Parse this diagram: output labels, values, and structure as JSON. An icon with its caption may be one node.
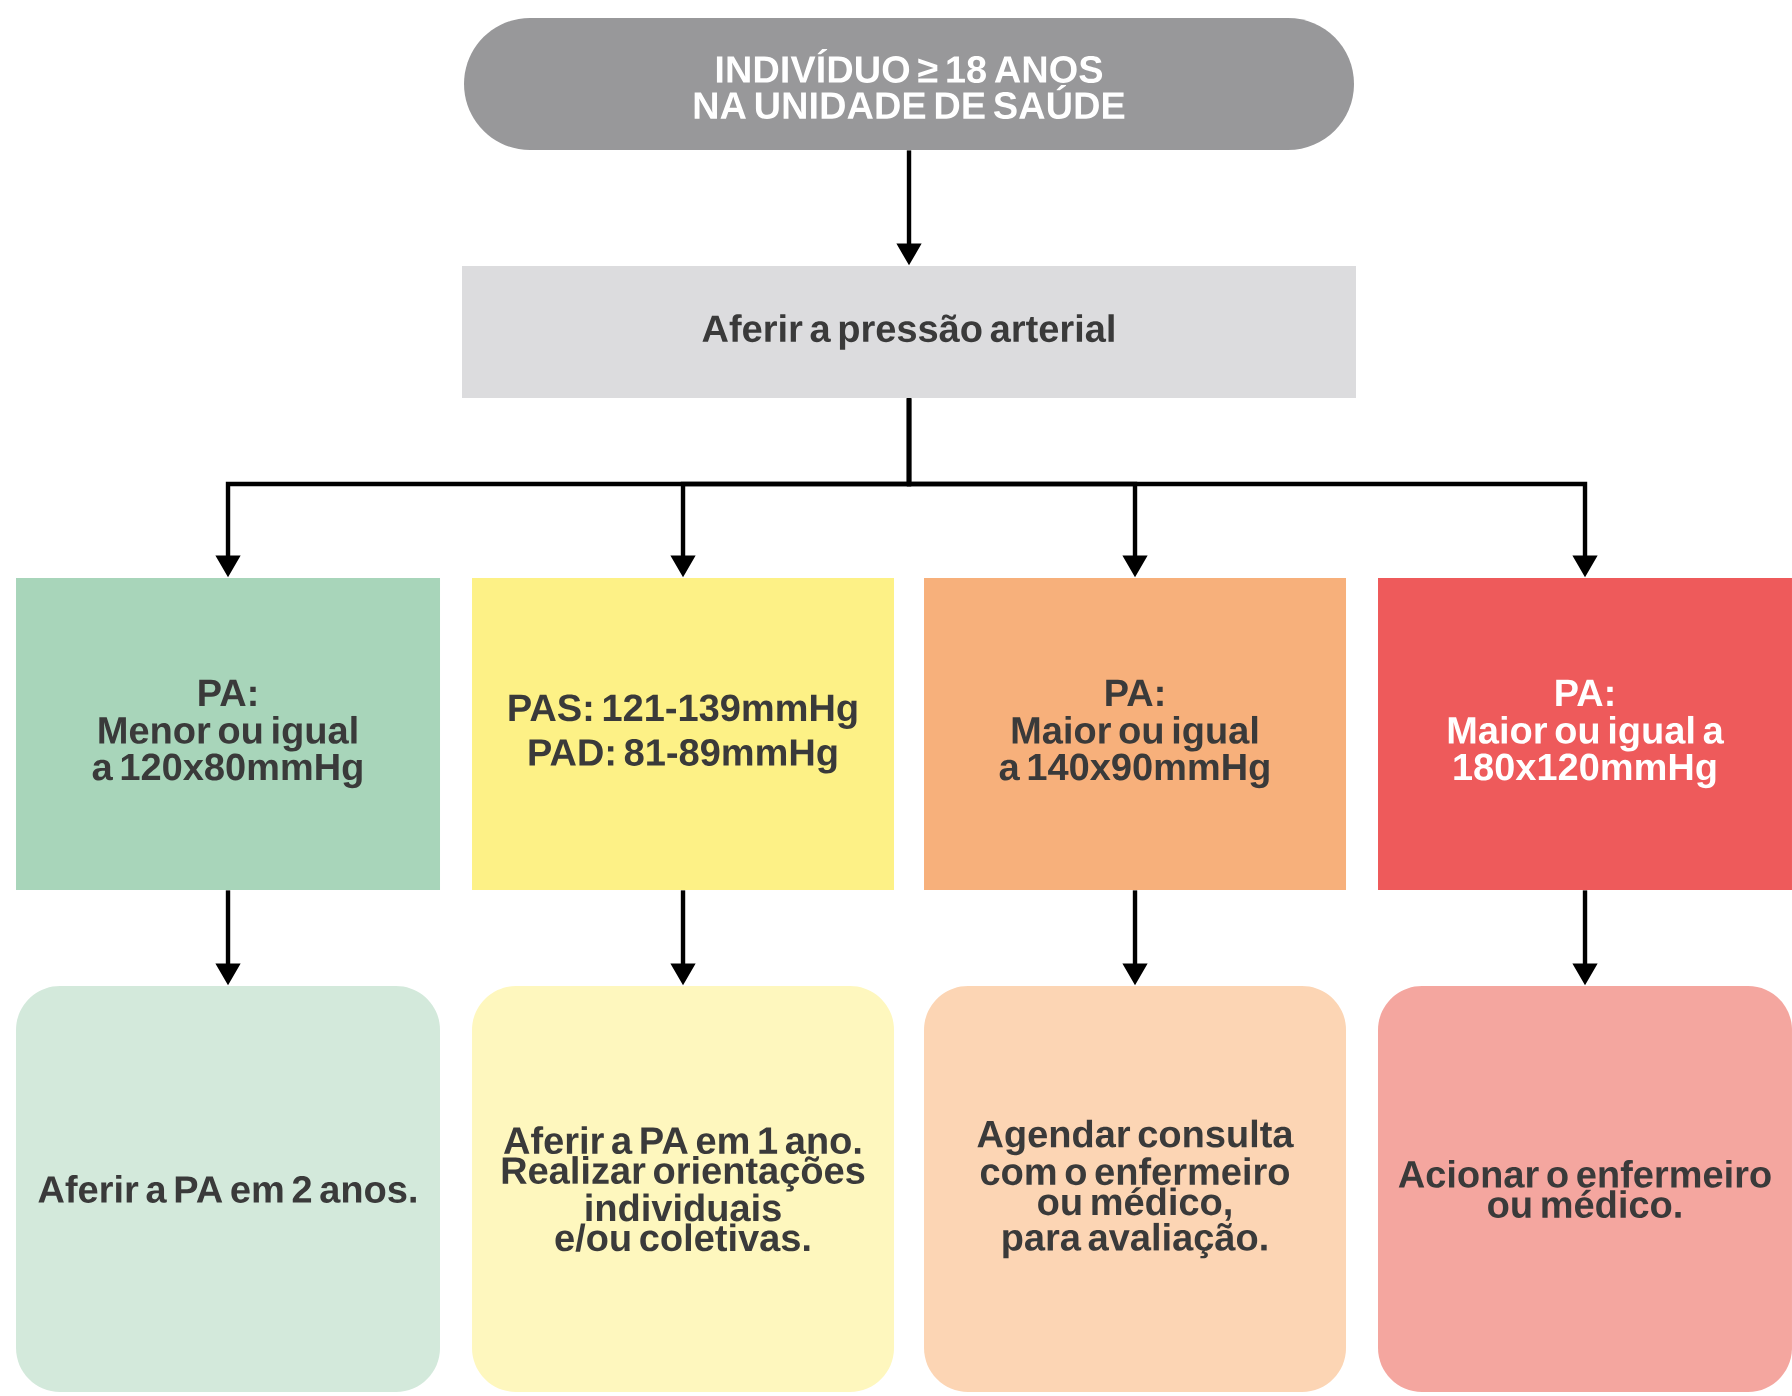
{
  "diagram": {
    "nodes": [
      {
        "text": [
          "INDIVÍDUO ≥ 18 ANOS NA UNIDADE DE SAÚDE"
        ]
      },
      {
        "text": [
          "Aferir a pressão arterial"
        ]
      },
      {
        "text": [
          "PA:",
          "Menor ou igual a 120x80mmHg"
        ]
      },
      {
        "text": [
          "PAS: 121-139mmHg",
          "PAD: 81-89mmHg"
        ]
      },
      {
        "text": [
          "PA:",
          "Maior ou igual a 140x90mmHg"
        ]
      },
      {
        "text": [
          "PA:",
          "Maior ou igual a 180x120mmHg"
        ]
      },
      {
        "text": [
          "Aferir a PA em 2 anos."
        ]
      },
      {
        "text": [
          "Aferir a PA em 1 ano. Realizar orientações individuais e/ou coletivas."
        ]
      },
      {
        "text": [
          "Agendar consulta com o enfermeiro ou médico, para avaliação."
        ]
      },
      {
        "text": [
          "Acionar o enfermeiro ou médico."
        ]
      }
    ],
    "edges": [
      {
        "from": 0,
        "to": 1,
        "arrow": "to"
      },
      {
        "from": 1,
        "to": 2,
        "arrow": "to"
      },
      {
        "from": 1,
        "to": 3,
        "arrow": "to"
      },
      {
        "from": 1,
        "to": 4,
        "arrow": "to"
      },
      {
        "from": 1,
        "to": 5,
        "arrow": "to"
      },
      {
        "from": 2,
        "to": 6,
        "arrow": "to"
      },
      {
        "from": 3,
        "to": 7,
        "arrow": "to"
      },
      {
        "from": 4,
        "to": 8,
        "arrow": "to"
      },
      {
        "from": 5,
        "to": 9,
        "arrow": "to"
      }
    ]
  }
}
